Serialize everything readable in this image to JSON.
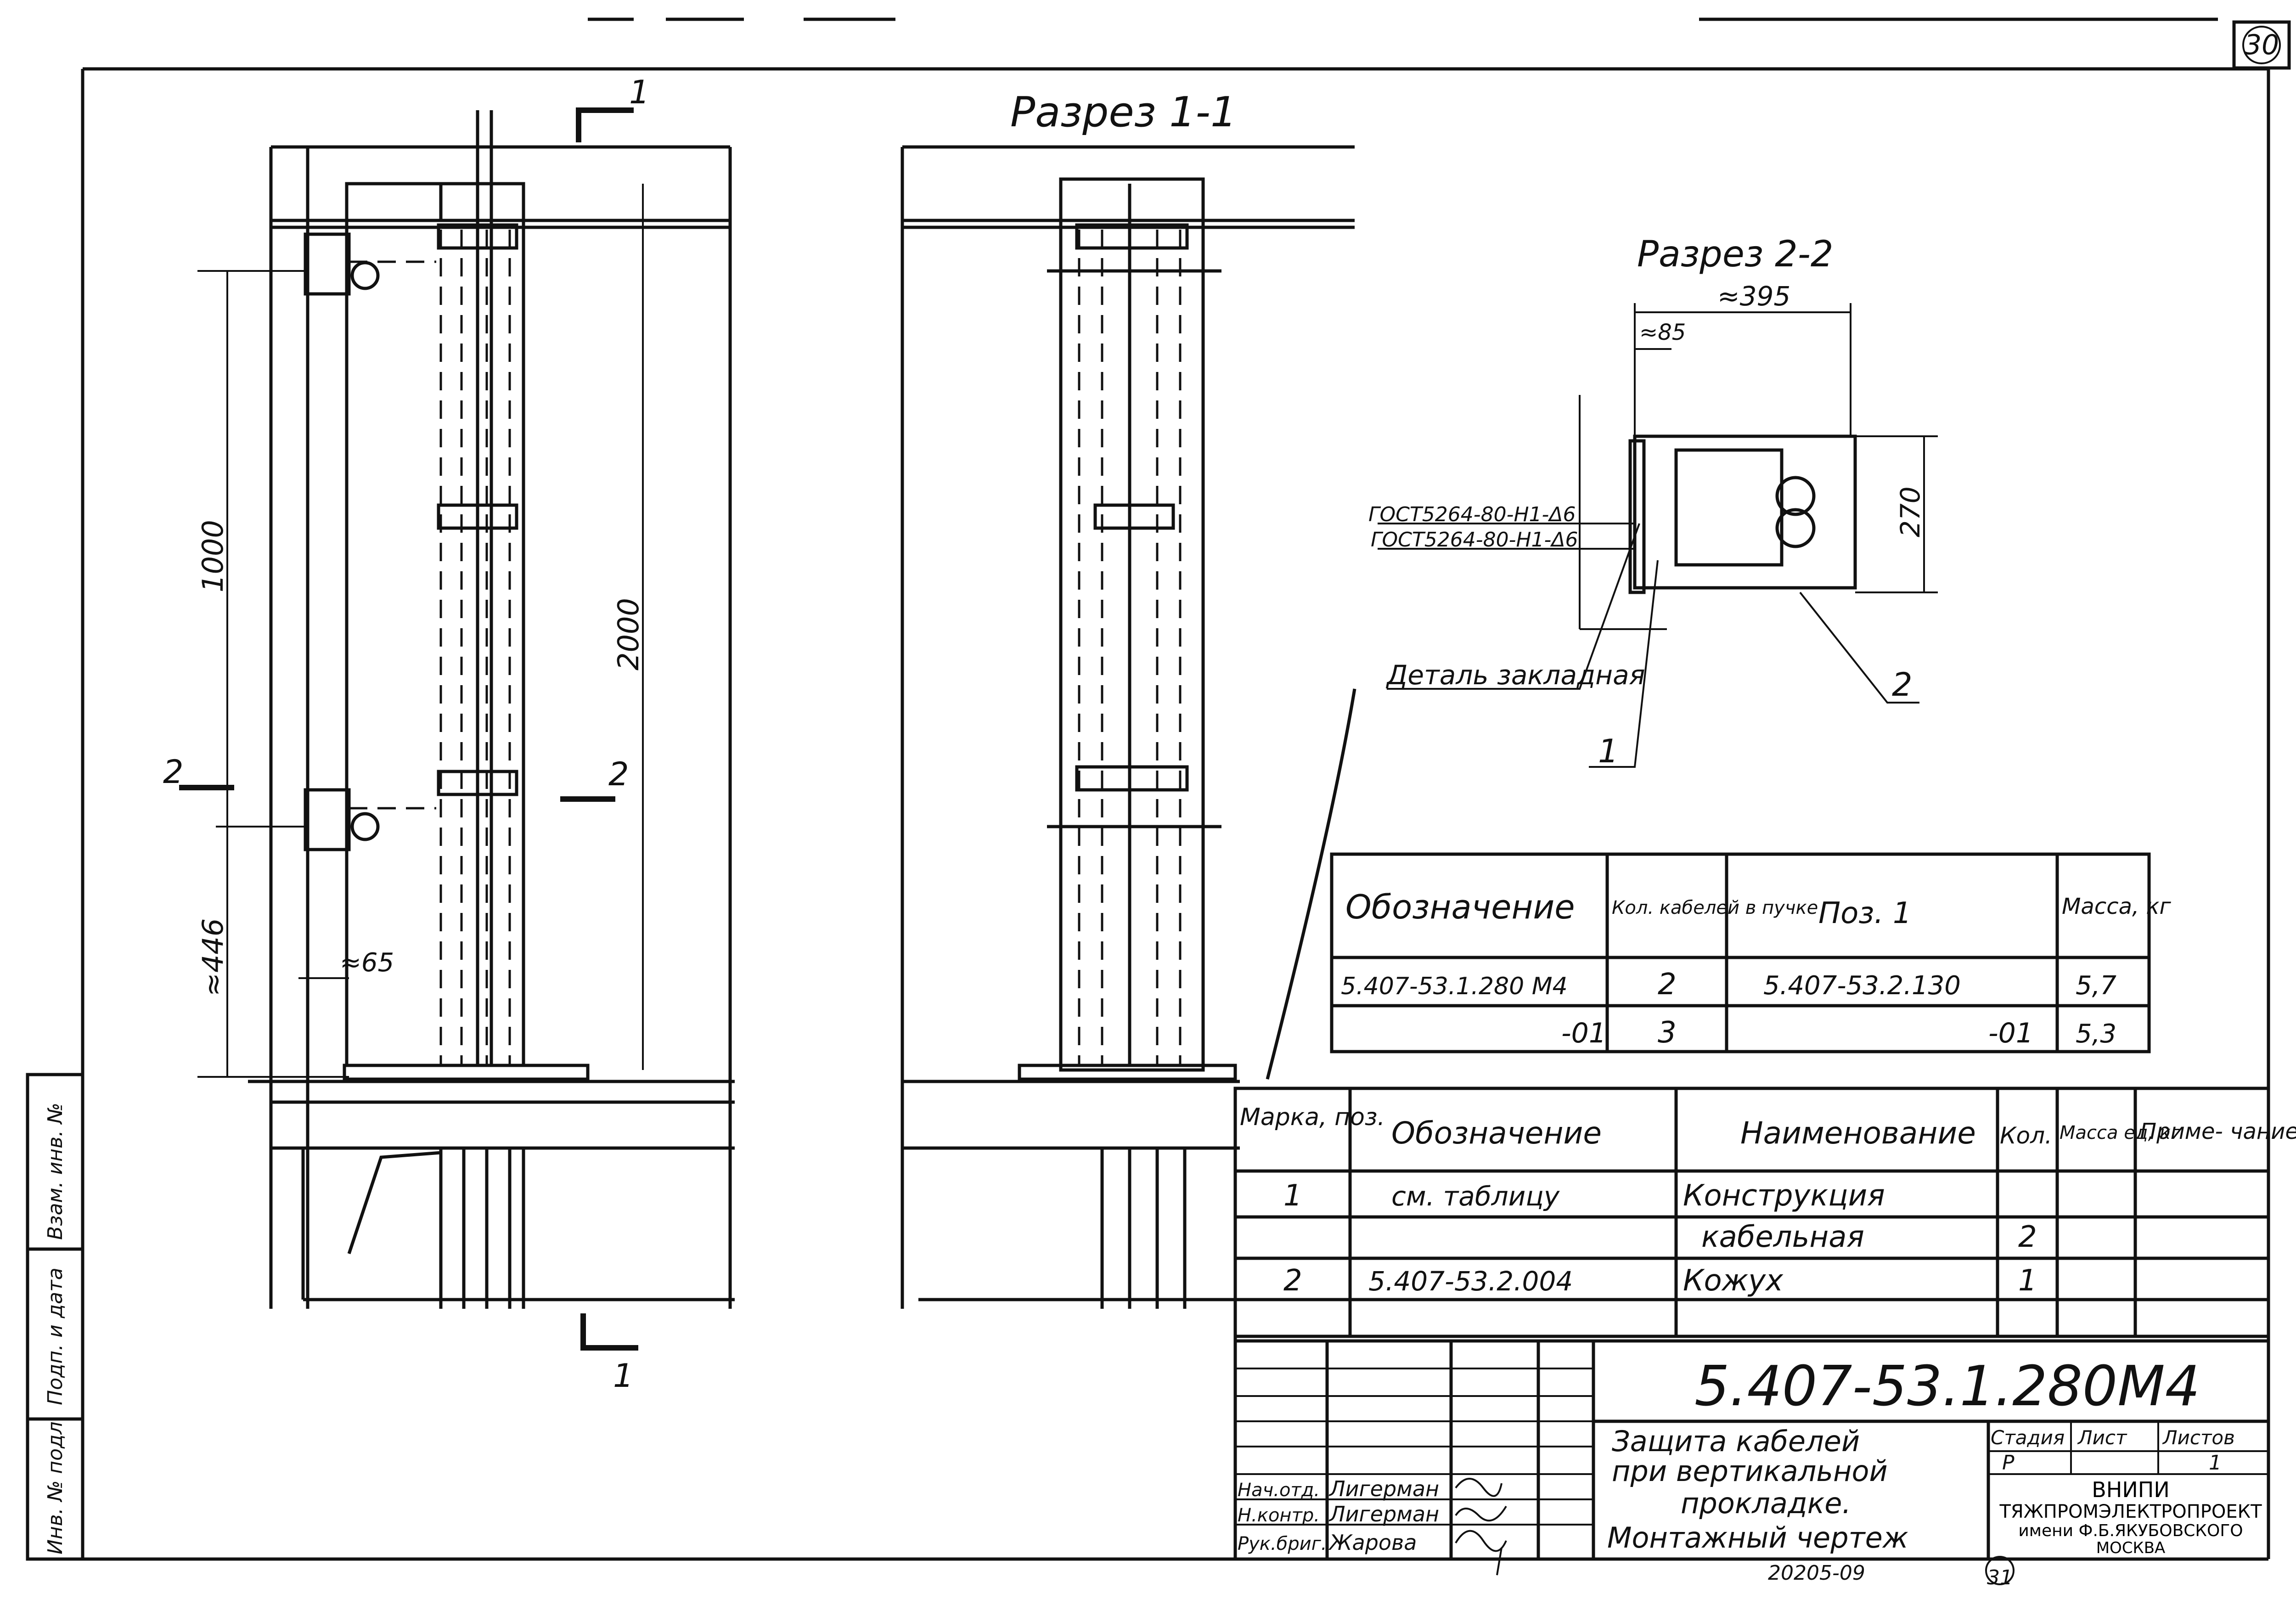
{
  "sheet_number": "30",
  "next_sheet_number": "31",
  "archive_number": "20205-09",
  "section_1_1": {
    "title": "Разрез 1-1"
  },
  "section_2_2": {
    "title": "Разрез 2-2",
    "dim_width": "≈395",
    "dim_offset": "≈85",
    "dim_height": "270",
    "weld_note_1": "ГОСТ5264-80-Н1-Δ6",
    "weld_note_2": "ГОСТ5264-80-Н1-Δ6",
    "callout_embedded": "Деталь закладная",
    "callout_1": "1",
    "callout_2": "2"
  },
  "elevation": {
    "dim_1000": "1000",
    "dim_2000": "2000",
    "dim_446": "≈446",
    "dim_65": "≈65",
    "section_mark_1": "1",
    "section_mark_2": "2"
  },
  "variants_table": {
    "headers": [
      "Обозначение",
      "Кол. кабелей в пучке",
      "Поз. 1",
      "Масса, кг"
    ],
    "rows": [
      [
        "5.407-53.1.280 М4",
        "2",
        "5.407-53.2.130",
        "5,7"
      ],
      [
        "-01",
        "3",
        "-01",
        "5,3"
      ]
    ]
  },
  "spec_table": {
    "headers": [
      "Марка, поз.",
      "Обозначение",
      "Наименование",
      "Кол.",
      "Масса ед, кг",
      "Приме- чание"
    ],
    "rows": [
      [
        "1",
        "см. таблицу",
        "Конструкция",
        "",
        "",
        ""
      ],
      [
        "",
        "",
        "кабельная",
        "2",
        "",
        ""
      ],
      [
        "2",
        "5.407-53.2.004",
        "Кожух",
        "1",
        "",
        ""
      ]
    ]
  },
  "title_block": {
    "designation": "5.407-53.1.280М4",
    "description": [
      "Защита кабелей",
      "при вертикальной",
      "прокладке.",
      "Монтажный чертеж"
    ],
    "stage_label": "Стадия",
    "sheet_label": "Лист",
    "sheets_label": "Листов",
    "stage": "Р",
    "sheets": "1",
    "org": [
      "ВНИПИ",
      "ТЯЖПРОМЭЛЕКТРОПРОЕКТ",
      "имени Ф.Б.ЯКУБОВСКОГО",
      "МОСКВА"
    ],
    "signatures": [
      {
        "role": "Нач.отд.",
        "name": "Лигерман"
      },
      {
        "role": "Н.контр.",
        "name": "Лигерман"
      },
      {
        "role": "Рук.бриг.",
        "name": "Жарова"
      }
    ]
  },
  "side_stamp": [
    "Взам. инв. №",
    "Подп. и дата",
    "Инв. № подл."
  ]
}
